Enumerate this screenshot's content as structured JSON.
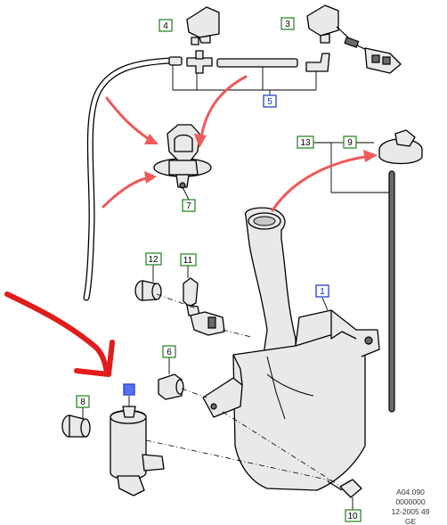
{
  "callouts": [
    {
      "id": "c4",
      "label": "4",
      "style": "green"
    },
    {
      "id": "c3",
      "label": "3",
      "style": "green"
    },
    {
      "id": "c5",
      "label": "5",
      "style": "blue"
    },
    {
      "id": "c13",
      "label": "13",
      "style": "green"
    },
    {
      "id": "c9",
      "label": "9",
      "style": "green"
    },
    {
      "id": "c7",
      "label": "7",
      "style": "green"
    },
    {
      "id": "c12",
      "label": "12",
      "style": "green"
    },
    {
      "id": "c11",
      "label": "11",
      "style": "green"
    },
    {
      "id": "c1",
      "label": "1",
      "style": "blue"
    },
    {
      "id": "c6",
      "label": "6",
      "style": "green"
    },
    {
      "id": "c8",
      "label": "8",
      "style": "green"
    },
    {
      "id": "c2",
      "label": "",
      "style": "filled"
    },
    {
      "id": "c10",
      "label": "10",
      "style": "green"
    }
  ],
  "reference": {
    "line1": "A04.090",
    "line2": "0000000",
    "line3": "12-2005 49",
    "line4": "GE"
  },
  "colors": {
    "green_callout": "#2d8a2d",
    "blue_callout": "#2a3fd0",
    "highlight_arrow": "#e11c1c",
    "pink_arrow": "#ee5a5a"
  }
}
